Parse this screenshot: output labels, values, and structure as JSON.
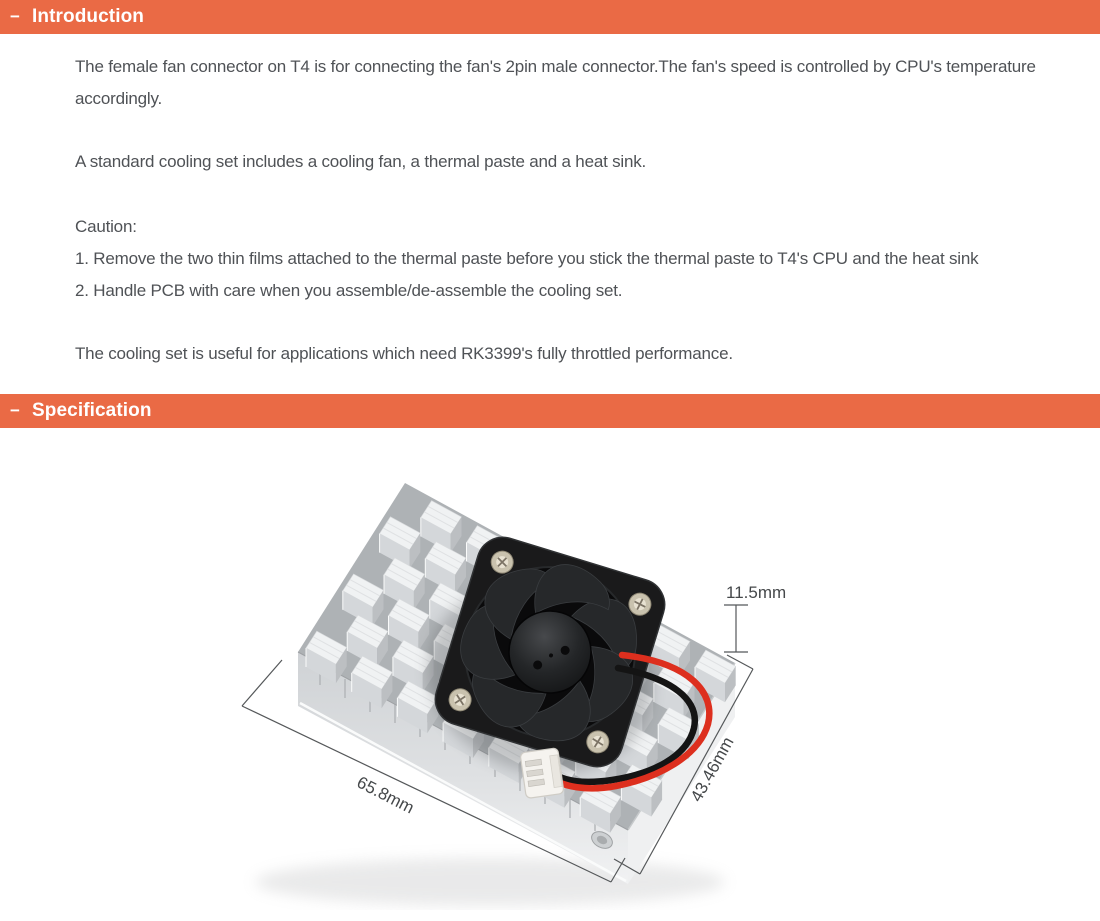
{
  "ui": {
    "accent_color": "#EA6A45",
    "body_text_color": "#4F5256"
  },
  "sections": [
    {
      "toggle": "−",
      "title": "Introduction"
    },
    {
      "toggle": "−",
      "title": "Specification"
    }
  ],
  "introduction": {
    "paragraph1": "The female fan connector on T4 is for connecting the fan's 2pin male connector.The fan's speed is controlled by CPU's temperature accordingly.",
    "paragraph2": "A standard cooling set includes a cooling fan, a thermal paste and a heat sink.",
    "caution_label": "Caution:",
    "caution_items": [
      "1. Remove the two thin films attached to the thermal paste before you stick the thermal paste to T4's CPU and the heat sink",
      "2. Handle PCB with care when you assemble/de-assemble the cooling set."
    ],
    "paragraph3": "The cooling set is useful for applications which need RK3399's fully throttled performance."
  },
  "specification": {
    "figure": {
      "dim_height": "11.5mm",
      "dim_length": "65.8mm",
      "dim_width": "43.46mm"
    }
  }
}
